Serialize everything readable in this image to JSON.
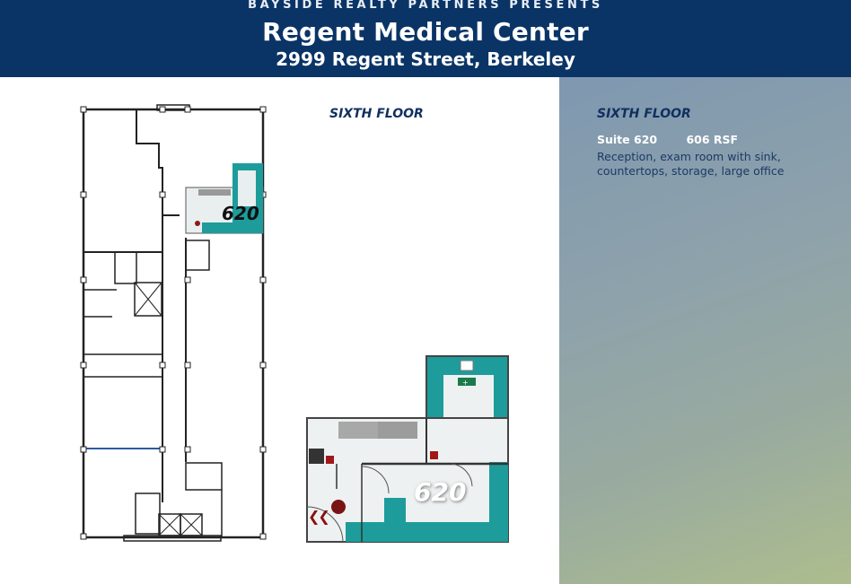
{
  "header": {
    "presenter": "BAYSIDE REALTY PARTNERS PRESENTS",
    "title": "Regent Medical Center",
    "address": "2999 Regent Street, Berkeley"
  },
  "plan": {
    "floor_label": "SIXTH FLOOR",
    "overview_suite_label": "620",
    "detail_suite_label": "620"
  },
  "sidebar": {
    "floor_label": "SIXTH FLOOR",
    "suite_name": "Suite 620",
    "suite_area": "606 RSF",
    "description": "Reception, exam room with sink, countertops, storage, large office"
  },
  "colors": {
    "header_navy": "#0a3466",
    "suite_teal": "#1a9a9a",
    "gradient_top": "#7f98b0",
    "gradient_bottom": "#adbd8e"
  }
}
